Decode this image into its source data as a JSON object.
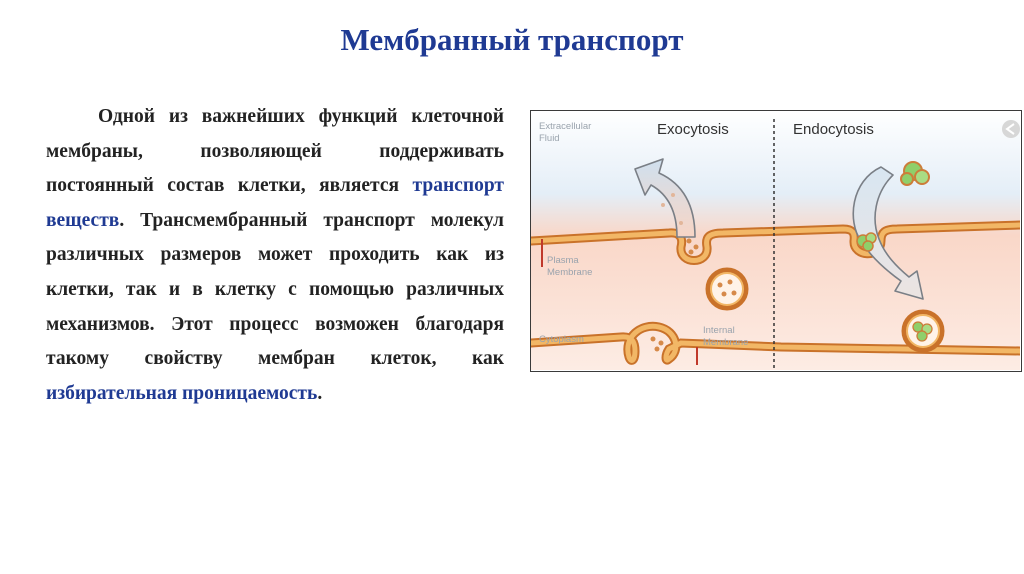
{
  "slide": {
    "title": "Мембранный транспорт",
    "paragraph": {
      "part1": "Одной из важнейших функций клеточной мембраны, позволяющей поддерживать постоянный состав клетки, является ",
      "highlight1": "транспорт веществ",
      "part2": ". Трансмембранный транспорт молекул различных размеров может проходить как из клетки, так и в клетку с помощью различных механизмов. Этот процесс возможен благодаря такому свойству мембран клеток, как ",
      "highlight2": "избирательная проницаемость",
      "part3": "."
    },
    "highlight_color": "#1f3a93"
  },
  "figure": {
    "label_exocytosis": "Exocytosis",
    "label_endocytosis": "Endocytosis",
    "label_extracellular": [
      "Extracellular",
      "Fluid"
    ],
    "label_plasma_membrane": [
      "Plasma",
      "Membrane"
    ],
    "label_cytoplasm": "Cytoplasm",
    "label_internal_membrane": [
      "Internal",
      "Membrane"
    ],
    "colors": {
      "membrane": "#e8a34a",
      "membrane_edge": "#c9722a",
      "extracellular_bg": "#dde9f4",
      "cytoplasm_bg": "#fbd5c4",
      "vesicle_cargo": "#8fcf6a"
    }
  }
}
